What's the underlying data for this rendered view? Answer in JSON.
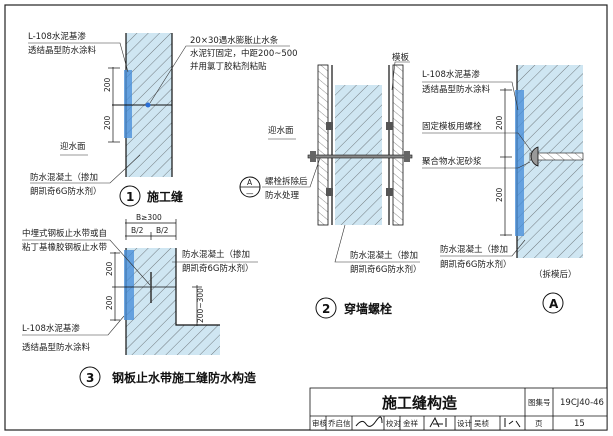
{
  "colors": {
    "concrete": "#cfe6f2",
    "membrane": "#4a90d9",
    "line": "#111111"
  },
  "detail1": {
    "coating_line1": "L-108水泥基渗",
    "coating_line2": "透结晶型防水涂料",
    "strip_line1": "20×30遇水膨胀止水条",
    "strip_line2": "水泥钉固定，中距200~500",
    "strip_line3": "并用氯丁胶粘剂粘贴",
    "water_face": "迎水面",
    "concrete_line1": "防水混凝土（掺加",
    "concrete_line2": "朗凯奇6G防水剂）",
    "dim_upper": "200",
    "dim_lower": "200",
    "number": "1",
    "title": "施工缝"
  },
  "detail2": {
    "formwork": "模板",
    "water_face": "迎水面",
    "ref_symbol_top": "A",
    "ref_symbol_bottom": "—",
    "ref_line1": "螺栓拆除后",
    "ref_line2": "防水处理",
    "concrete_line1": "防水混凝土（掺加",
    "concrete_line2": "朗凯奇6G防水剂）",
    "number": "2",
    "title": "穿墙螺栓"
  },
  "detailA": {
    "coating_line1": "L-108水泥基渗",
    "coating_line2": "透结晶型防水涂料",
    "bolt": "固定模板用螺栓",
    "mortar": "聚合物水泥砂浆",
    "dim_upper": "200",
    "dim_lower": "200",
    "concrete_line1": "防水混凝土（掺加",
    "concrete_line2": "朗凯奇6G防水剂）",
    "note": "（拆模后）",
    "symbol": "A"
  },
  "detail3": {
    "width_dim": "B≥300",
    "half_left": "B/2",
    "half_right": "B/2",
    "waterstop_line1": "中埋式钢板止水带或自",
    "waterstop_line2": "粘丁基橡胶钢板止水带",
    "concrete_line1": "防水混凝土（掺加",
    "concrete_line2": "朗凯奇6G防水剂）",
    "coating_line1": "L-108水泥基渗",
    "coating_line2": "透结晶型防水涂料",
    "dim_upper": "200",
    "dim_lower": "200",
    "dim_step": "200~300",
    "number": "3",
    "title": "钢板止水带施工缝防水构造"
  },
  "title_block": {
    "title": "施工缝构造",
    "atlas_label": "图集号",
    "atlas_no": "19CJ40-46",
    "review_label": "审核",
    "reviewer": "乔启信",
    "check_label": "校对",
    "checker": "金祥",
    "design_label": "设计",
    "designer": "吴桢",
    "page_label": "页",
    "page_no": "15"
  }
}
